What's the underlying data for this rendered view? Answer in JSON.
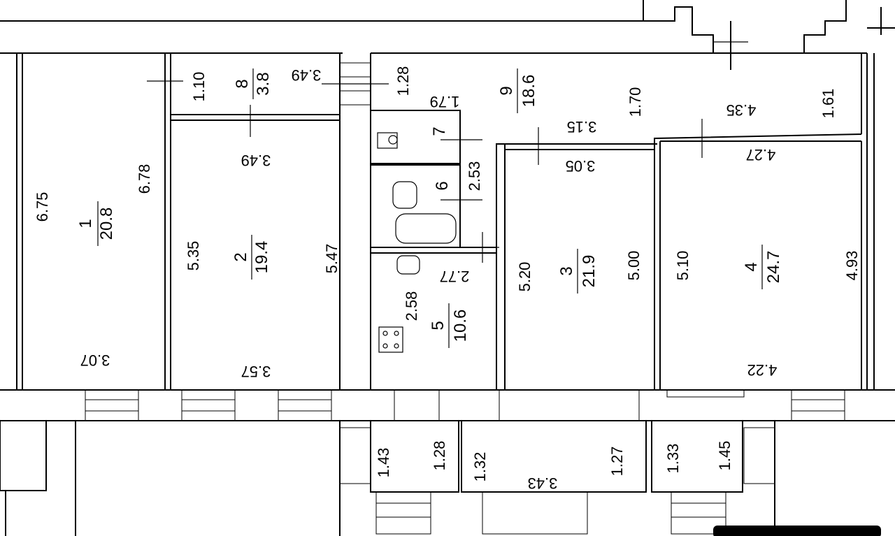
{
  "rooms": [
    {
      "number": "1",
      "area": "20.8"
    },
    {
      "number": "2",
      "area": "19.4"
    },
    {
      "number": "3",
      "area": "21.9"
    },
    {
      "number": "4",
      "area": "24.7"
    },
    {
      "number": "5",
      "area": "10.6"
    },
    {
      "number": "6",
      "area": ""
    },
    {
      "number": "7",
      "area": ""
    },
    {
      "number": "8",
      "area": "3.8"
    },
    {
      "number": "9",
      "area": "18.6"
    }
  ],
  "dimensions": {
    "r1_left": "6.75",
    "r1_right": "6.78",
    "r1_bottom": "3.07",
    "r2_top": "3.49",
    "r2_left": "5.35",
    "r2_right": "5.47",
    "r2_bottom": "3.57",
    "r8_height": "1.10",
    "r8_width": "3.49",
    "r9_a": "1.28",
    "r9_b": "1.79",
    "r9_c": "3.15",
    "r9_d": "1.70",
    "r9_e": "4.35",
    "r9_f": "1.61",
    "r6_7": "2.53",
    "r3_top": "3.05",
    "r3_left": "5.20",
    "r3_right": "5.00",
    "r4_top": "4.27",
    "r4_left": "5.10",
    "r4_right": "4.93",
    "r4_bottom": "4.22",
    "r5_top": "2.77",
    "r5_left": "2.58",
    "b_1": "1.43",
    "b_2": "1.28",
    "b_3": "1.32",
    "b_4": "3.43",
    "b_5": "1.27",
    "b_6": "1.33",
    "b_7": "1.45"
  }
}
